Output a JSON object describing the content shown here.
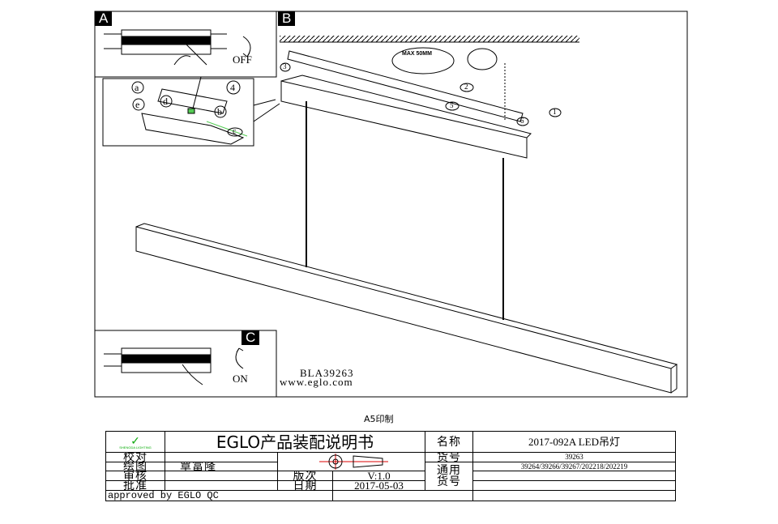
{
  "panels": {
    "a_tag": "A",
    "b_tag": "B",
    "c_tag": "C"
  },
  "panel_a": {
    "switch_label": "OFF",
    "detail_labels": [
      "a",
      "e",
      "d",
      "b",
      "4",
      "c"
    ]
  },
  "panel_b": {
    "max_label": "MAX 50MM",
    "steps": [
      "1",
      "2",
      "3",
      "5",
      "6"
    ]
  },
  "panel_c": {
    "switch_label": "ON"
  },
  "model_code": "BLA39263",
  "website": "www.eglo.com",
  "print_note": "A5印制",
  "title_block": {
    "logo_text": "SHENGDA LIGHTING",
    "title": "EGLO产品装配说明书",
    "name_label": "名称",
    "name_value": "2017-092A LED吊灯",
    "check_label": "校对",
    "drawing_label": "绘图",
    "drawing_value": "覃富隆",
    "review_label": "审核",
    "approve_label": "批准",
    "item_no_label": "货号",
    "item_no_value": "39263",
    "common_label": "通用货号",
    "common_value": "39264/39266/39267/202218/202219",
    "version_label": "版次",
    "version_value": "V:1.0",
    "date_label": "日期",
    "date_value": "2017-05-03",
    "approved_by": "approved by EGLO QC"
  }
}
